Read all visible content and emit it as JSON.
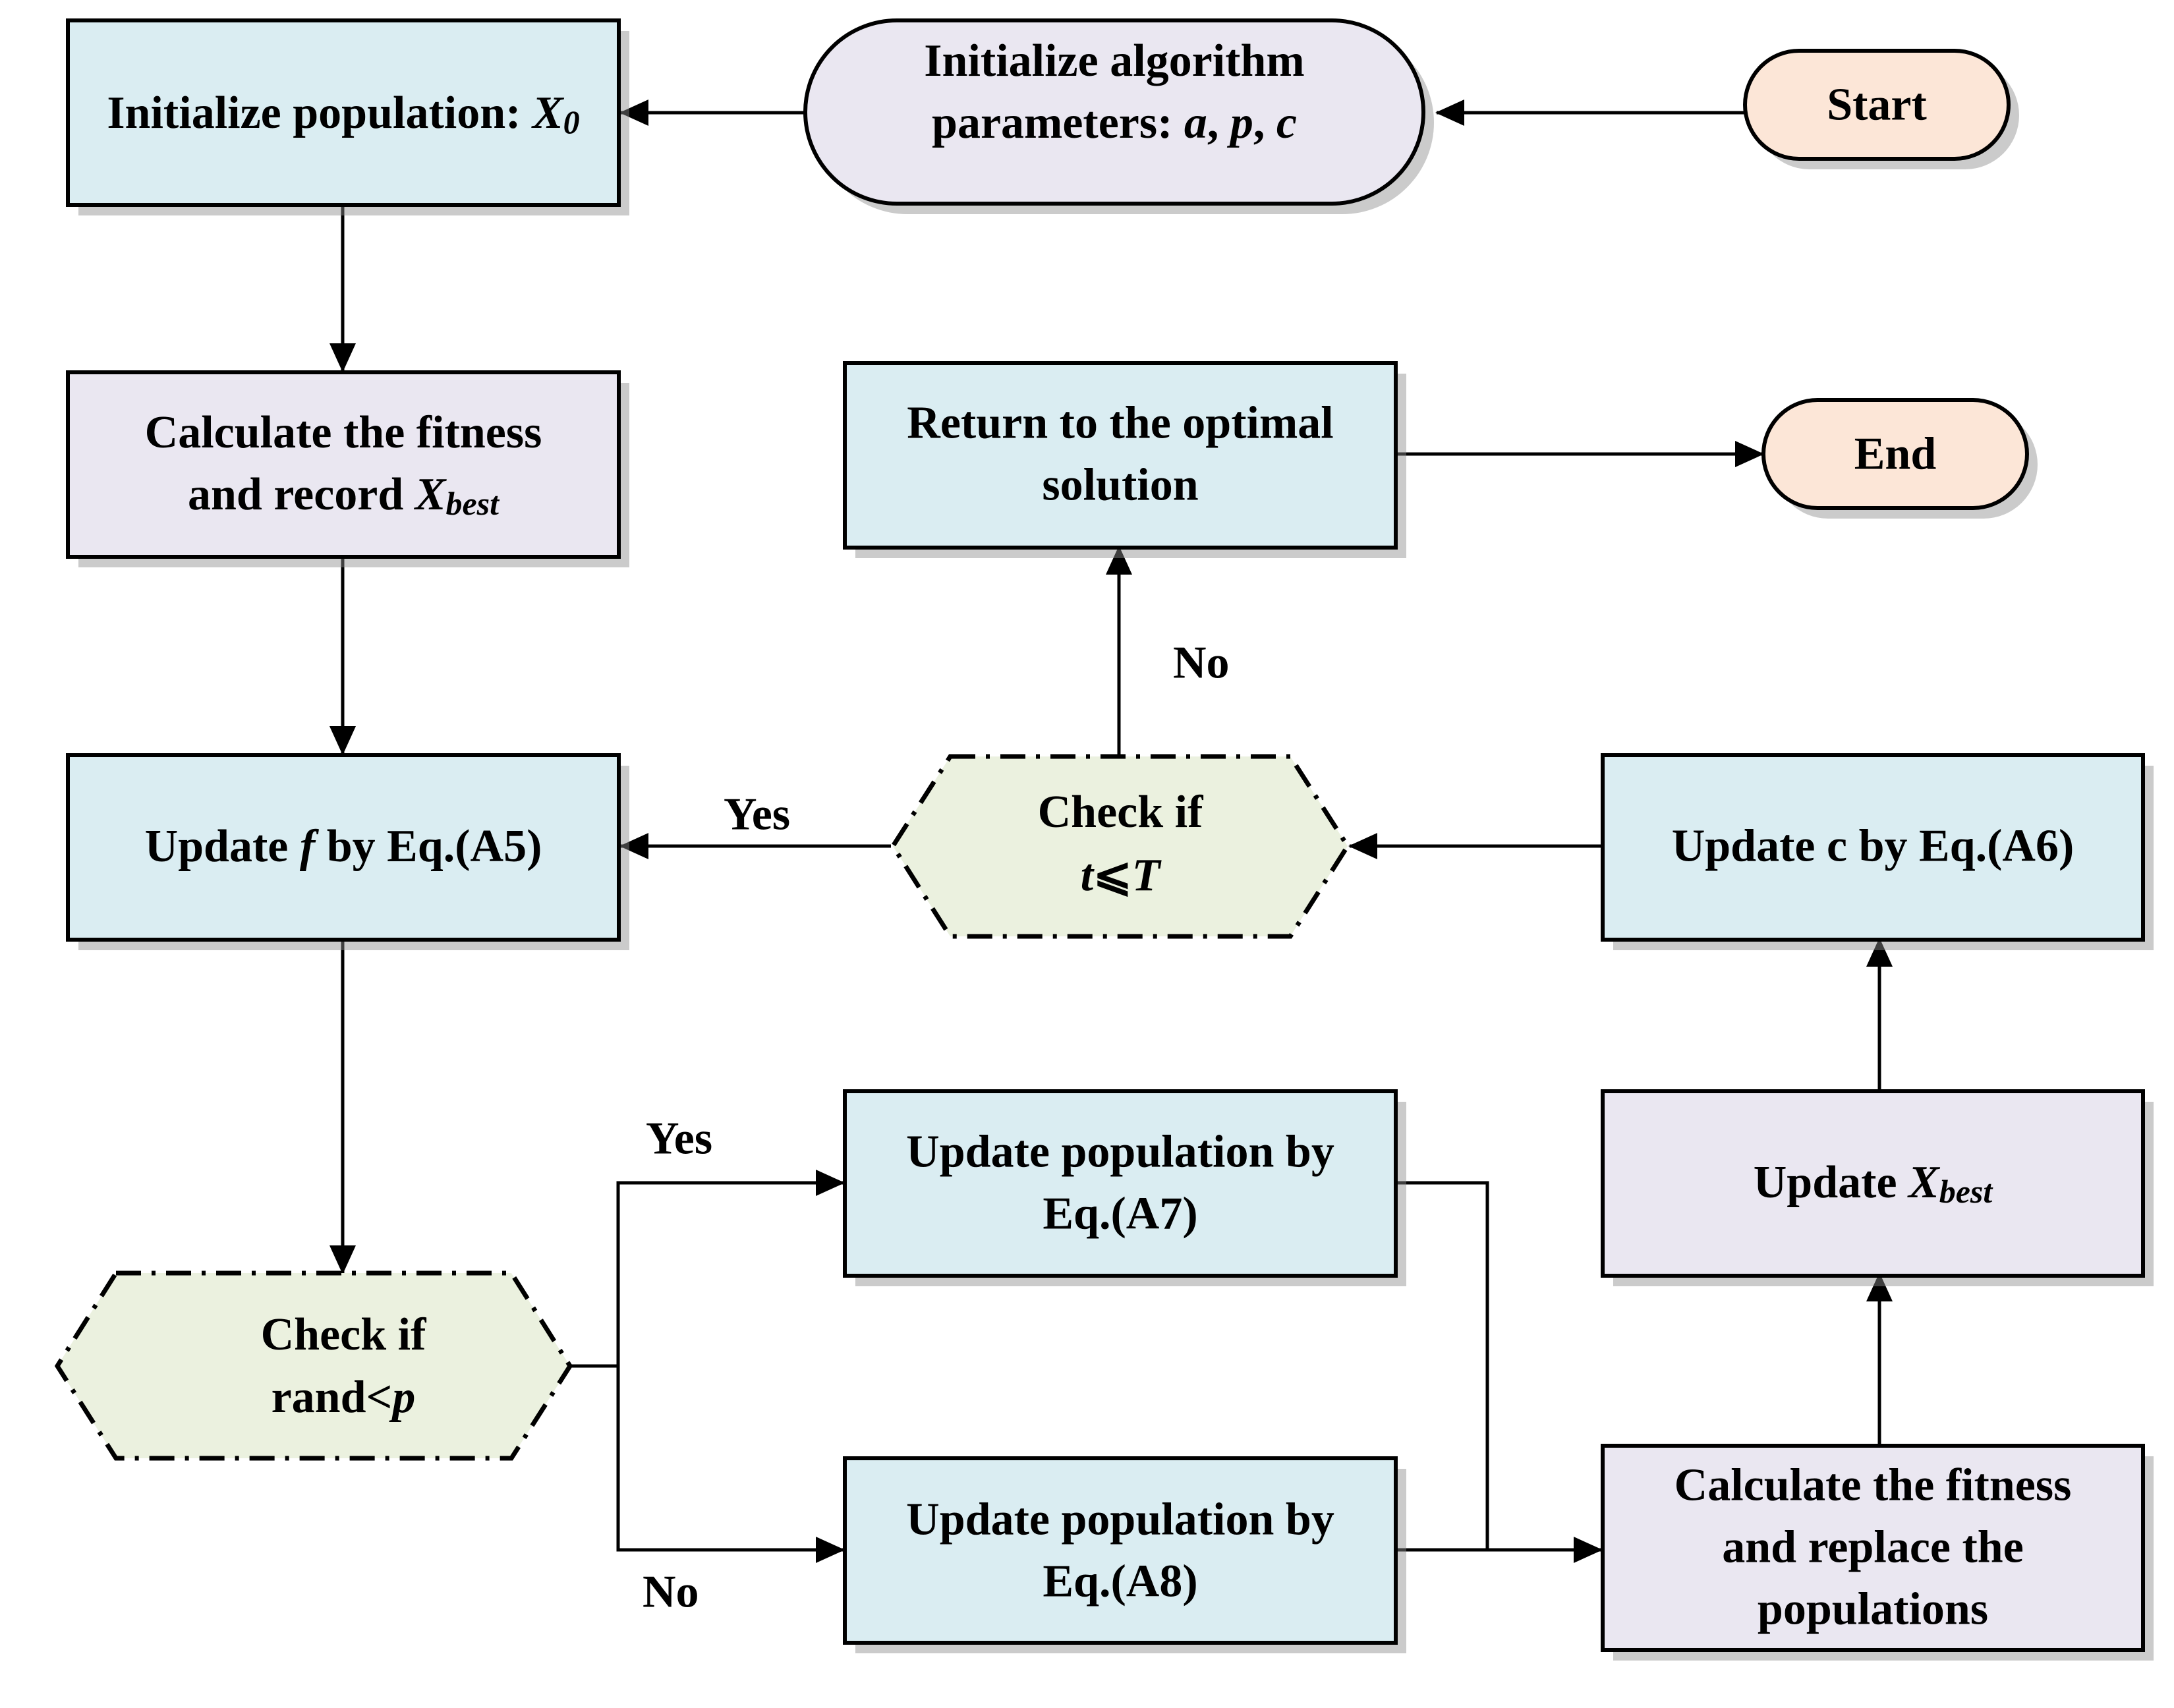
{
  "colors": {
    "blue_box": "#daedf2",
    "lavender_box": "#eae7f1",
    "green_hex": "#ebf1df",
    "peach_terminal": "#fce6d7",
    "shadow": "#8c8c8c",
    "stroke": "#000000"
  },
  "nodes": {
    "start": {
      "label": "Start"
    },
    "init_params": {
      "line1": "Initialize algorithm",
      "line2_prefix": "parameters: ",
      "var_a": "a",
      "sep1": ", ",
      "var_p": "p",
      "sep2": ", ",
      "var_c": "c"
    },
    "init_pop": {
      "prefix": "Initialize population: ",
      "var": "X",
      "sub": "0"
    },
    "calc_fitness": {
      "line1": "Calculate the fitness",
      "line2_prefix": "and record ",
      "var": "X",
      "sub": "best"
    },
    "update_f": {
      "prefix": "Update ",
      "var": "f",
      "suffix": "  by Eq.(A5)"
    },
    "check_rand": {
      "line1": "Check if",
      "line2_prefix": "rand<",
      "var": "p"
    },
    "update_a7": {
      "line1": "Update population  by",
      "line2": "Eq.(A7)"
    },
    "update_a8": {
      "line1": "Update population  by",
      "line2": "Eq.(A8)"
    },
    "calc_replace": {
      "line1": "Calculate the fitness",
      "line2": "and replace the",
      "line3": "populations"
    },
    "update_xbest": {
      "prefix": "Update ",
      "var": "X",
      "sub": "best"
    },
    "update_c": {
      "label": "Update c by Eq.(A6)"
    },
    "check_t": {
      "line1": "Check if",
      "var_t": "t",
      "op": "⩽",
      "var_T": "T"
    },
    "return_opt": {
      "line1": "Return to the optimal",
      "line2": "solution"
    },
    "end": {
      "label": "End"
    }
  },
  "edges": {
    "yes_label": "Yes",
    "no_label": "No"
  }
}
